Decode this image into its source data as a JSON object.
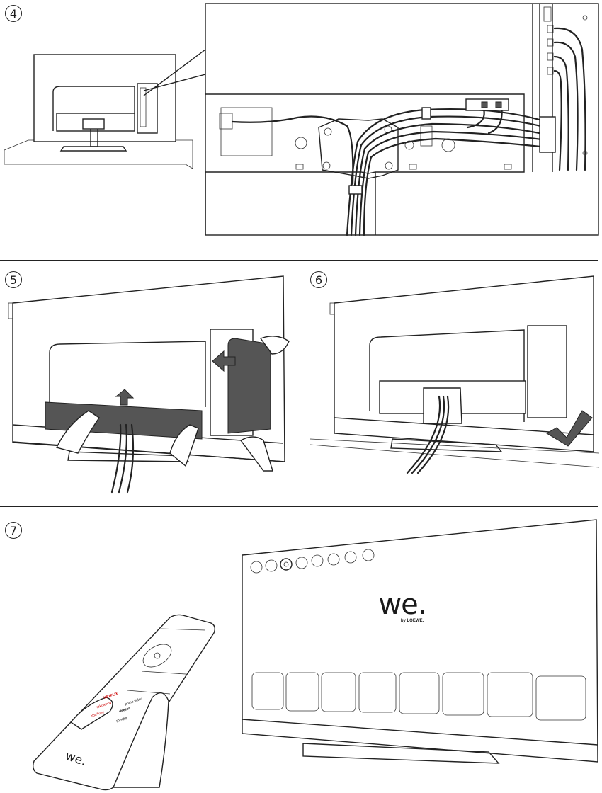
{
  "steps": [
    {
      "number": "4"
    },
    {
      "number": "5"
    },
    {
      "number": "6"
    },
    {
      "number": "7"
    }
  ],
  "tv_screen": {
    "logo_main": "we.",
    "logo_sub": "by LOEWE."
  },
  "remote": {
    "logo": "we.",
    "app_buttons": [
      "NETFLIX",
      "prime video",
      "rakuten tv",
      "deezer",
      "YouTube",
      "media"
    ]
  },
  "colors": {
    "line": "#222222",
    "panel_grey": "#555555",
    "background": "#ffffff"
  },
  "icons": [
    "step-number-icon",
    "arrow-up-icon",
    "arrow-left-icon",
    "checkmark-icon",
    "hand-icon",
    "settings-icon"
  ]
}
